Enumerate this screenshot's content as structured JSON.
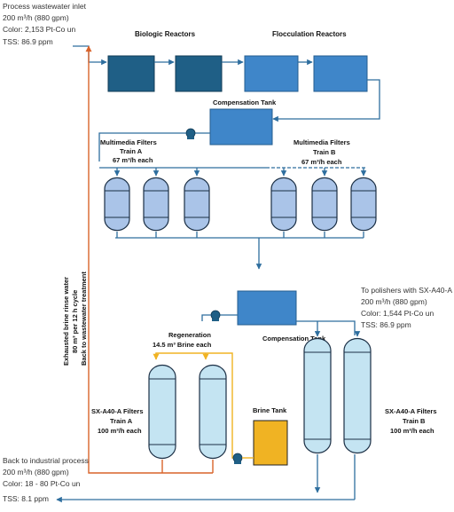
{
  "inlet": {
    "title": "Process wastewater inlet",
    "flow": "200 m³/h (880 gpm)",
    "color": "Color: 2,153 Pt-Co un",
    "tss": "TSS: 86.9 ppm"
  },
  "reactors": {
    "biologic_label": "Biologic Reactors",
    "flocculation_label": "Flocculation Reactors"
  },
  "compensation_tank_top": "Compensation Tank",
  "multimedia_a": {
    "title": "Multimedia Filters",
    "train": "Train A",
    "rate": "67 m³/h each"
  },
  "multimedia_b": {
    "title": "Multimedia Filters",
    "train": "Train B",
    "rate": "67 m³/h each"
  },
  "polishers": {
    "title": "To polishers with SX-A40-A",
    "flow": "200 m³/h (880 gpm)",
    "color": "Color: 1,544 Pt-Co un",
    "tss": "TSS: 86.9 ppm"
  },
  "compensation_tank_bottom": "Compensation Tank",
  "regeneration": {
    "title": "Regeneration",
    "detail": "14.5 m³ Brine each"
  },
  "rinse": {
    "line1": "Exhausted brine rinse water",
    "line2": "80 m³ per 12 h cycle",
    "line3": "Back to wastewater treatment"
  },
  "sx_a": {
    "title": "SX-A40-A Filters",
    "train": "Train A",
    "rate": "100 m³/h each"
  },
  "sx_b": {
    "title": "SX-A40-A Filters",
    "train": "Train B",
    "rate": "100 m³/h each"
  },
  "brine_tank": "Brine Tank",
  "outlet": {
    "title": "Back to industrial process",
    "flow": "200 m³/h (880 gpm)",
    "color": "Color: 18 - 80 Pt-Co un",
    "tss": "TSS: 8.1 ppm"
  },
  "colors": {
    "blue_line": "#2e6e9e",
    "orange_line": "#d9632a",
    "yellow_line": "#f0b323",
    "reactor_dark": "#1f5f86",
    "reactor_light": "#3f86c9",
    "mm_filter": "#aac4e8",
    "sx_filter": "#c4e4f2",
    "brine_tank": "#f0b323"
  },
  "icons": [
    "pump-icon",
    "arrow-icon"
  ]
}
